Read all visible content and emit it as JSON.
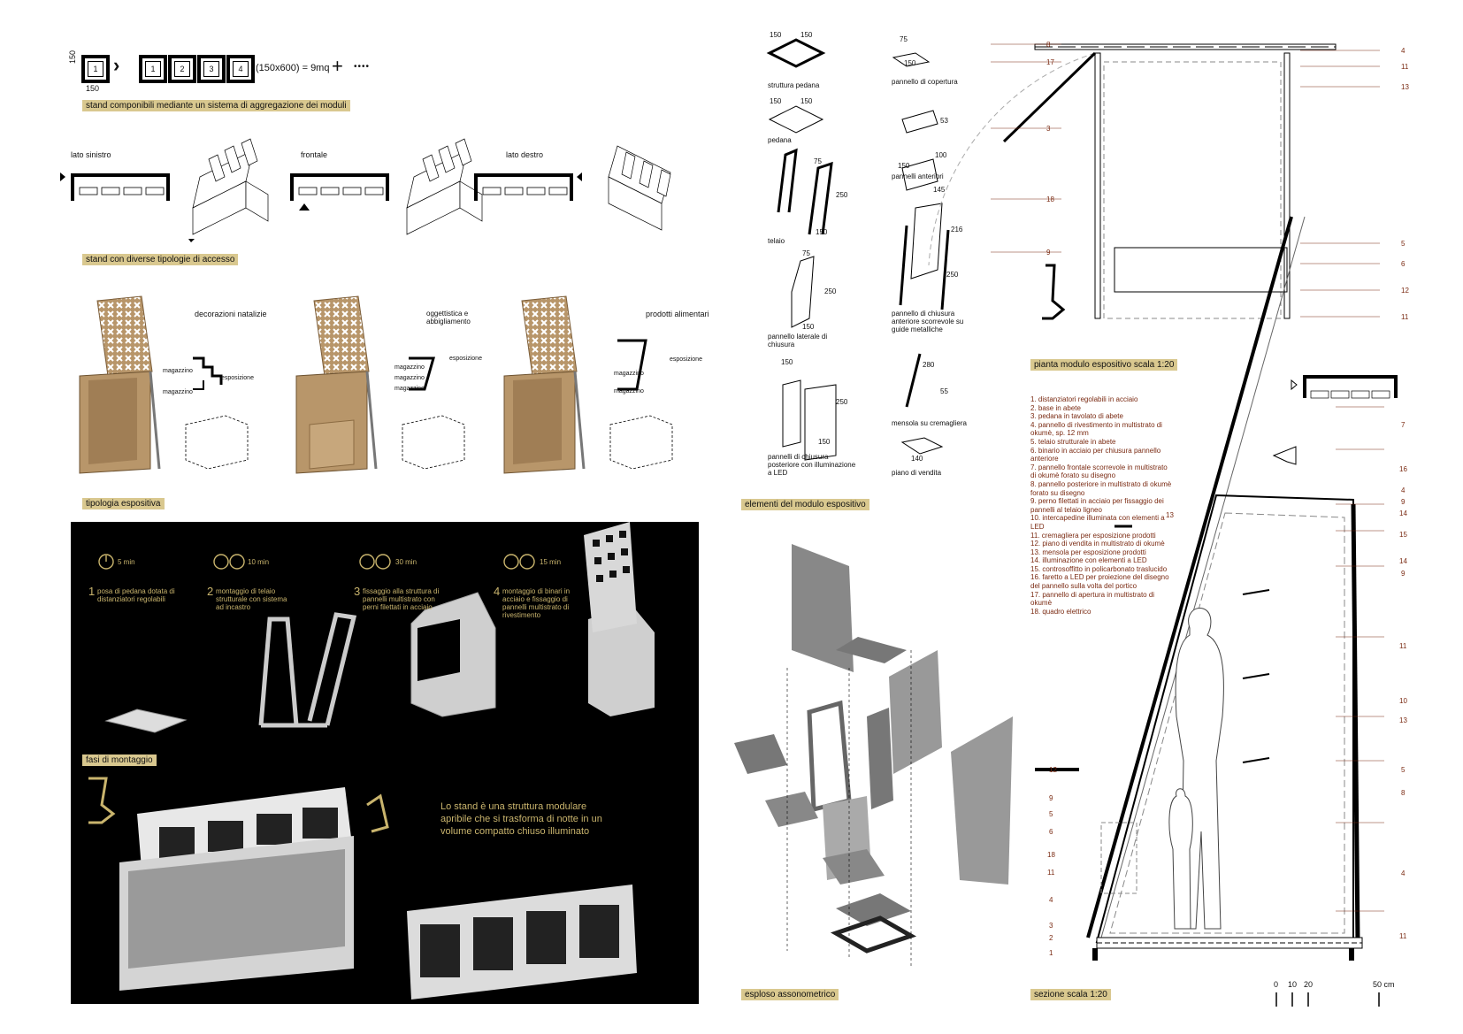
{
  "header": {
    "dim_side": "150",
    "dim_bottom": "150",
    "modules": [
      "1",
      "2",
      "3",
      "4"
    ],
    "formula": "(150x600) = 9mq",
    "plus": "+",
    "dots": "••••"
  },
  "sections": {
    "aggregation": "stand componibili mediante un sistema di aggregazione dei moduli",
    "access": "stand con diverse tipologie di accesso",
    "typology": "tipologia espositiva",
    "assembly": "fasi di montaggio",
    "elements": "elementi del modulo espositivo",
    "exploded": "esploso assonometrico",
    "plan": "pianta modulo espositivo   scala 1:20",
    "section": "sezione    scala 1:20"
  },
  "access_views": [
    "lato sinistro",
    "frontale",
    "lato destro"
  ],
  "typologies": [
    {
      "title": "decorazioni natalizie",
      "l1": "magazzino",
      "l2": "esposizione",
      "l3": "magazzino"
    },
    {
      "title": "oggettistica e abbigliamento",
      "l1": "magazzino",
      "l2": "esposizione",
      "l3": "magazzino",
      "l4": "magazzino"
    },
    {
      "title": "prodotti alimentari",
      "l1": "magazzino",
      "l2": "esposizione",
      "l3": "magazzino"
    }
  ],
  "steps": [
    {
      "n": "1",
      "time": "5 min",
      "text": "posa di pedana dotata di distanziatori regolabili"
    },
    {
      "n": "2",
      "time": "10 min",
      "text": "montaggio di telaio strutturale con sistema ad incastro"
    },
    {
      "n": "3",
      "time": "30 min",
      "text": "fissaggio alla struttura di pannelli multistrato con perni filettati in acciaio"
    },
    {
      "n": "4",
      "time": "15 min",
      "text": "montaggio di binari in acciaio e fissaggio di pannelli multistrato di rivestimento"
    }
  ],
  "dark_caption": "Lo stand è una struttura modulare apribile che si trasforma di notte in un volume compatto chiuso illuminato",
  "elements": [
    {
      "name": "struttura pedana",
      "dims": [
        "150",
        "150"
      ]
    },
    {
      "name": "pedana",
      "dims": [
        "150",
        "150"
      ]
    },
    {
      "name": "telaio",
      "dims": [
        "75",
        "250",
        "150"
      ]
    },
    {
      "name": "pannello laterale di chiusura",
      "dims": [
        "75",
        "250",
        "150"
      ]
    },
    {
      "name": "pannelli di chiusura posteriore con illuminazione a LED",
      "dims": [
        "150",
        "250",
        "150"
      ]
    },
    {
      "name": "pannello di copertura",
      "dims": [
        "75",
        "150"
      ]
    },
    {
      "name": "pannelli anteriori",
      "dims": [
        "53",
        "100",
        "150"
      ]
    },
    {
      "name": "pannello di chiusura anteriore scorrevole su guide metalliche",
      "dims": [
        "145",
        "216",
        "250"
      ]
    },
    {
      "name": "mensola su cremagliera",
      "dims": [
        "280",
        "55"
      ]
    },
    {
      "name": "piano di vendita",
      "dims": [
        "140"
      ]
    }
  ],
  "legend": [
    "1. distanziatori regolabili in acciaio",
    "2. base in abete",
    "3. pedana in tavolato di abete",
    "4. pannello di rivestimento in multistrato di okumè, sp. 12 mm",
    "5. telaio strutturale in abete",
    "6. binario in acciaio per chiusura pannello anteriore",
    "7. pannello frontale scorrevole in multistrato di okumè forato su disegno",
    "8. pannello posteriore in multistrato di okumè forato su disegno",
    "9. perno filettati in acciaio per fissaggio dei pannelli al telaio ligneo",
    "10. intercapedine illuminata con elementi a LED",
    "11. cremagliera per esposizione prodotti",
    "12. piano di vendita in multistrato di okumè",
    "13. mensola per esposizione prodotti",
    "14. illuminazione con elementi a LED",
    "15. controsoffitto in policarbonato traslucido",
    "16. faretto a LED per proiezione del disegno del pannello sulla volta del portico",
    "17. pannello di apertura in multistrato di okumè",
    "18. quadro elettrico"
  ],
  "plan_numbers_left": [
    "8",
    "17",
    "3",
    "18",
    "9"
  ],
  "plan_numbers_right": [
    "4",
    "11",
    "13",
    "5",
    "6",
    "12",
    "11"
  ],
  "section_numbers_right": [
    "7",
    "16",
    "4",
    "9",
    "14",
    "15",
    "14",
    "9",
    "11",
    "10",
    "13",
    "5",
    "8",
    "4",
    "11"
  ],
  "section_numbers_left": [
    "13",
    "12",
    "9",
    "5",
    "6",
    "18",
    "11",
    "4",
    "3",
    "2",
    "1"
  ],
  "scale": {
    "ticks": [
      "0",
      "10",
      "20",
      "50 cm"
    ]
  },
  "colors": {
    "accent": "#d9c88f",
    "gold_text": "#c9b46d",
    "legend": "#7a2a12",
    "wood": "#b8966a"
  }
}
